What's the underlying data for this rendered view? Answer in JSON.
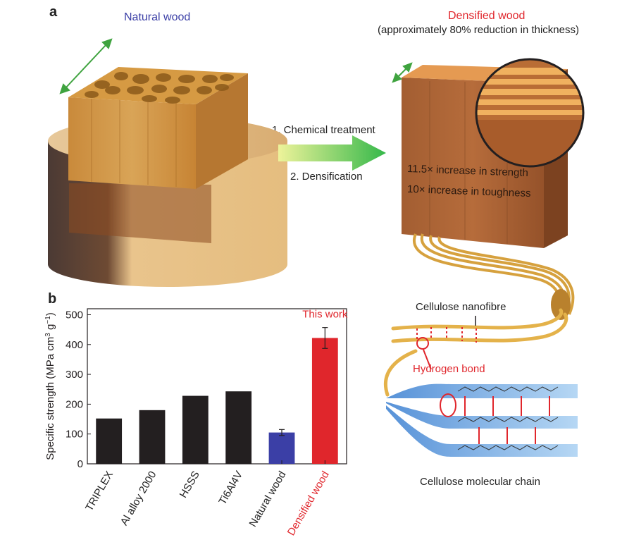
{
  "panel_a": {
    "letter": "a",
    "natural_wood_label": "Natural wood",
    "densified_title": "Densified wood",
    "densified_subtitle": "(approximately 80% reduction in thickness)",
    "step1": "1. Chemical treatment",
    "step2": "2. Densification",
    "strength_note": "11.5× increase in strength",
    "toughness_note": "10× increase in toughness",
    "nanofibre_label": "Cellulose nanofibre",
    "hbond_label": "Hydrogen bond",
    "molecular_label": "Cellulose molecular chain",
    "colors": {
      "natural_title": "#3b3fa6",
      "densified_title": "#e0262c",
      "arrow_start": "#e6f08a",
      "arrow_end": "#3fbf4a",
      "hbond": "#e0262c"
    }
  },
  "panel_b": {
    "letter": "b",
    "this_work_label": "This work",
    "axis_label_main": "Specific strength (MPa cm",
    "axis_label_sup1": "3",
    "axis_label_mid": " g",
    "axis_label_sup2": "−1",
    "axis_label_end": ")"
  },
  "chart_data": {
    "type": "bar",
    "categories": [
      "TRIPLEX",
      "Al alloy 2000",
      "HSSS",
      "Ti6Al4V",
      "Natural wood",
      "Densified wood"
    ],
    "values": [
      152,
      180,
      228,
      243,
      105,
      422
    ],
    "errors": [
      0,
      0,
      0,
      0,
      10,
      35
    ],
    "colors": [
      "#231f20",
      "#231f20",
      "#231f20",
      "#231f20",
      "#3b3fa6",
      "#e0262c"
    ],
    "category_label_colors": [
      "#222222",
      "#222222",
      "#222222",
      "#222222",
      "#222222",
      "#e0262c"
    ],
    "ylabel": "Specific strength (MPa cm3 g−1)",
    "ylim": [
      0,
      520
    ],
    "yticks": [
      0,
      100,
      200,
      300,
      400,
      500
    ],
    "grid": false
  }
}
